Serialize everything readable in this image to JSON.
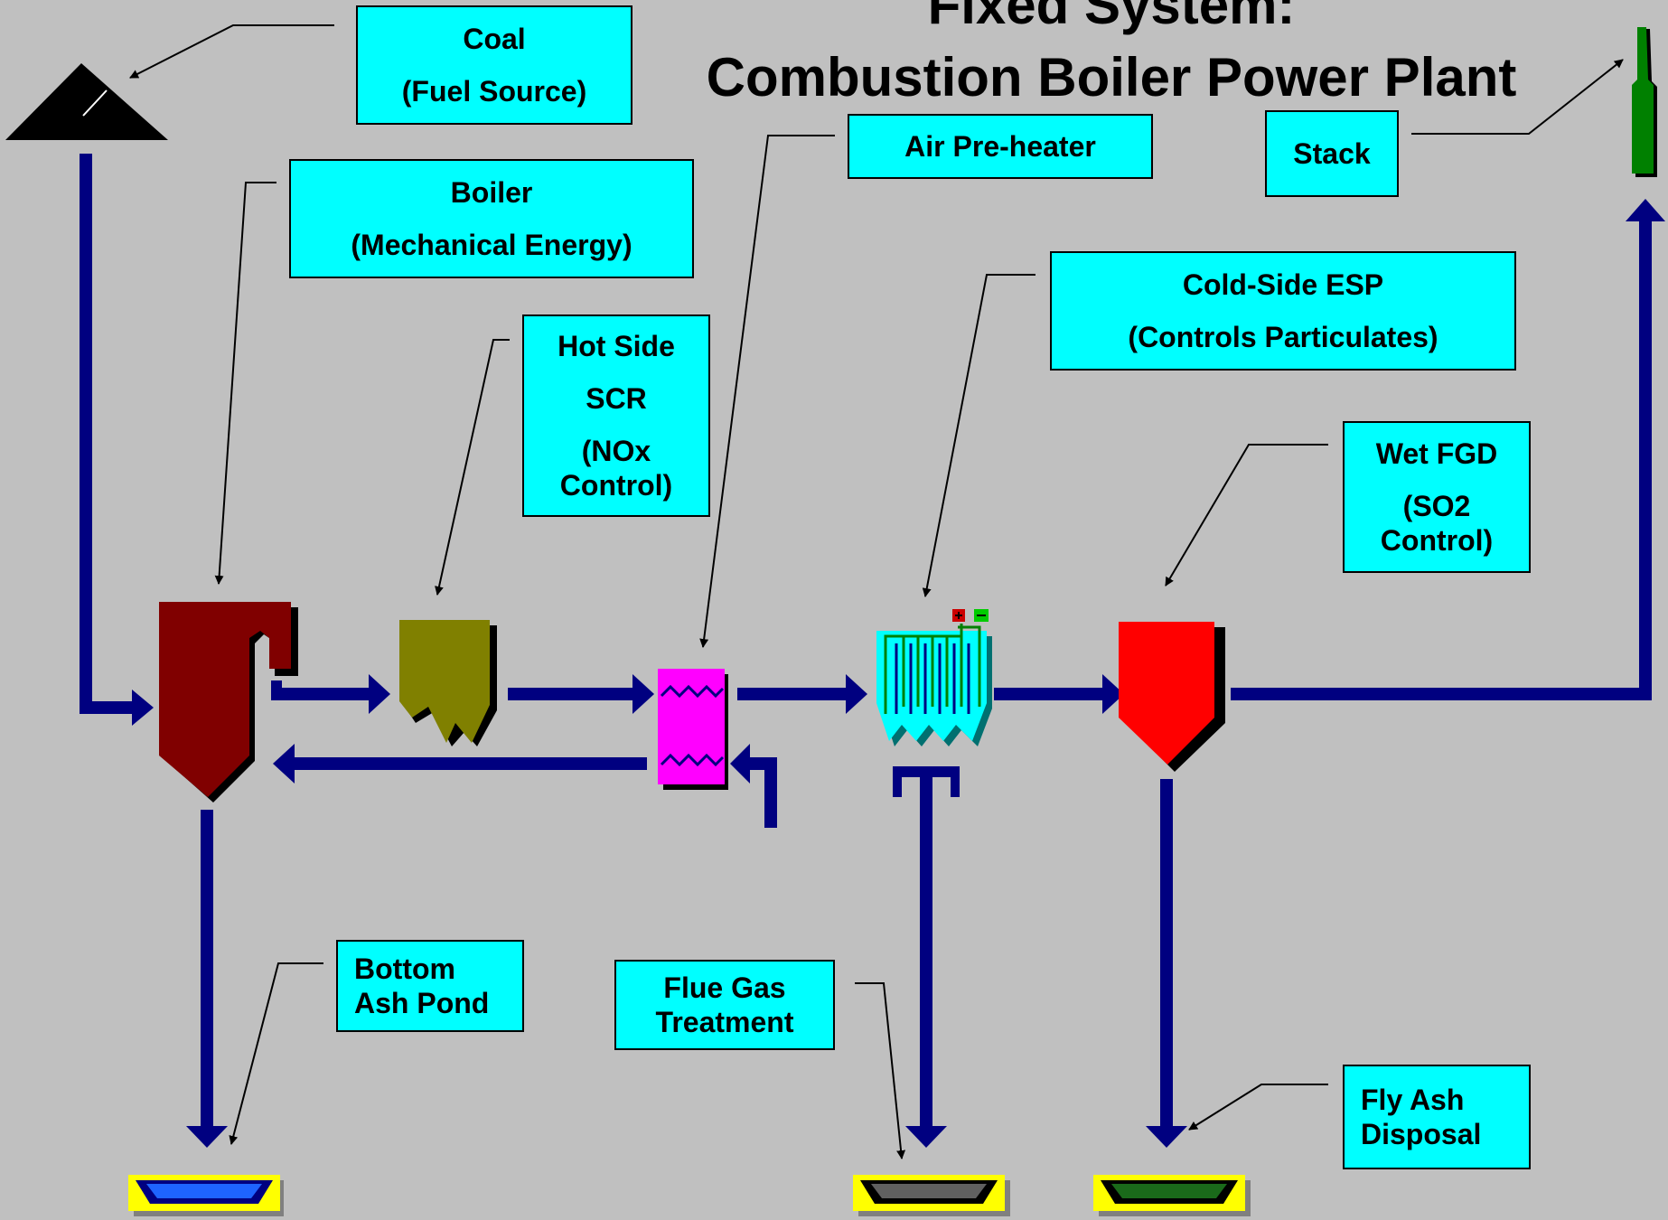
{
  "title": {
    "line1": "Fixed System:",
    "line2": "Combustion Boiler Power Plant"
  },
  "labels": {
    "coal": {
      "line1": "Coal",
      "line2": "(Fuel Source)"
    },
    "boiler": {
      "line1": "Boiler",
      "line2": "(Mechanical Energy)"
    },
    "scr": {
      "line1": "Hot Side",
      "line2": "SCR",
      "line3": "(NOx",
      "line4": "Control)"
    },
    "air_preheater": {
      "line1": "Air Pre-heater"
    },
    "stack": {
      "line1": "Stack"
    },
    "esp": {
      "line1": "Cold-Side ESP",
      "line2": "(Controls Particulates)"
    },
    "fgd": {
      "line1": "Wet FGD",
      "line2": "(SO2",
      "line3": "Control)"
    },
    "bottom_ash": {
      "line1": "Bottom",
      "line2": "Ash Pond"
    },
    "flue_gas": {
      "line1": "Flue Gas",
      "line2": "Treatment"
    },
    "fly_ash": {
      "line1": "Fly Ash",
      "line2": "Disposal"
    }
  },
  "colors": {
    "background": "#c0c0c0",
    "label_fill": "#00ffff",
    "flow_arrow": "#000080",
    "coal": "#000000",
    "boiler": "#800000",
    "scr": "#808000",
    "air_preheater": "#ff00ff",
    "esp": "#00ffff",
    "fgd": "#ff0000",
    "stack": "#008000",
    "pond": "#ffff00"
  }
}
